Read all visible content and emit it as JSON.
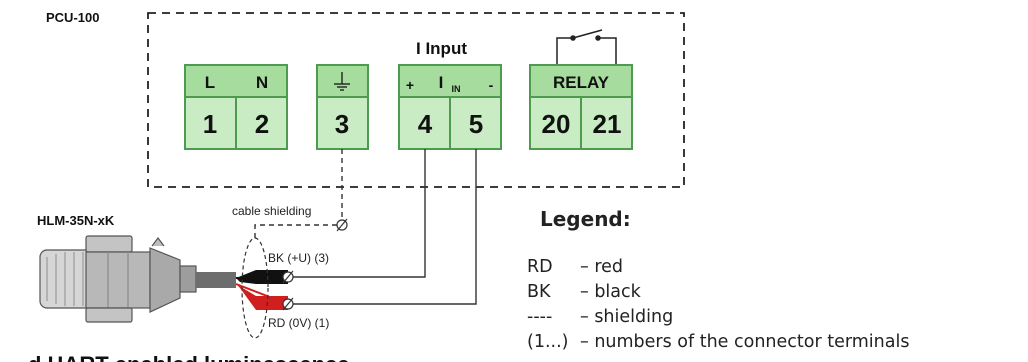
{
  "device": {
    "name": "PCU-100",
    "input_title": "I Input"
  },
  "terminals": {
    "power": {
      "header_l": "L",
      "header_n": "N",
      "num_1": "1",
      "num_2": "2"
    },
    "ground": {
      "num": "3"
    },
    "input": {
      "plus": "+",
      "i_main": "I",
      "i_sub": "IN",
      "minus": "-",
      "num_4": "4",
      "num_5": "5"
    },
    "relay": {
      "header": "RELAY",
      "num_20": "20",
      "num_21": "21"
    }
  },
  "sensor": {
    "name": "HLM-35N-xK",
    "cable_shielding": "cable shielding",
    "wire_bk": "BK (+U) (3)",
    "wire_rd": "RD (0V) (1)",
    "caption_partial": "d HART enabled luminescence"
  },
  "legend": {
    "title": "Legend:",
    "items": [
      {
        "key": "RD",
        "desc": "– red"
      },
      {
        "key": "BK",
        "desc": "– black"
      },
      {
        "key": "----",
        "desc": "– shielding"
      },
      {
        "key": "(1...)",
        "desc": "– numbers of the connector terminals"
      }
    ]
  },
  "colors": {
    "terminal_header": "#a6dd9e",
    "terminal_body": "#c9ecc4",
    "terminal_border": "#4e9a4e",
    "wire_red": "#d11f1f",
    "wire_black": "#111111"
  }
}
